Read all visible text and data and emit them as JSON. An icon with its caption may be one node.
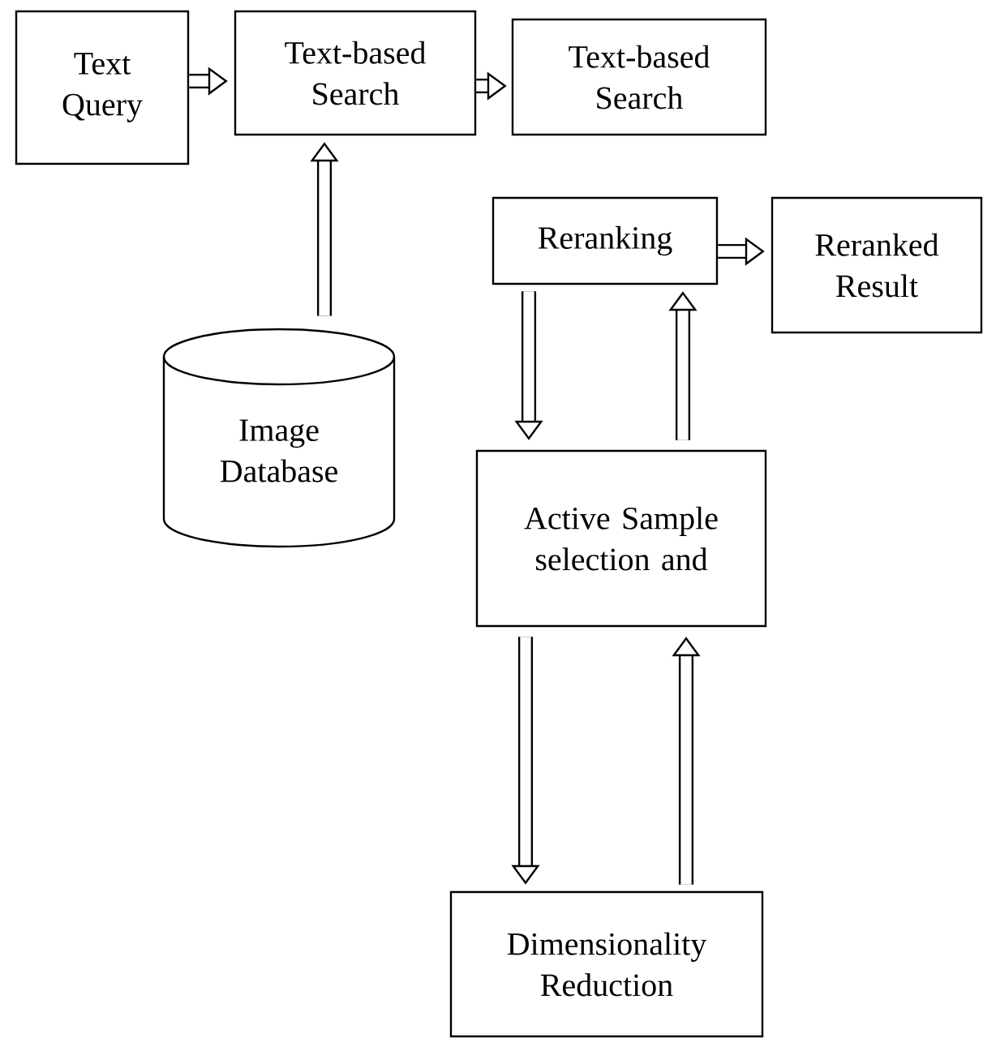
{
  "diagram": {
    "nodes": [
      {
        "text": [
          "Text Query"
        ]
      },
      {
        "text": [
          "Text-based Search"
        ]
      },
      {
        "text": [
          "Text-based Search"
        ]
      },
      {
        "text": [
          "Image Database"
        ]
      },
      {
        "text": [
          "Reranking"
        ]
      },
      {
        "text": [
          "Reranked Result"
        ]
      },
      {
        "text": [
          "Active Sample selection and"
        ]
      },
      {
        "text": [
          "Dimensionality Reduction"
        ]
      }
    ],
    "edges": [
      {
        "from": 0,
        "to": 1,
        "arrow": "to"
      },
      {
        "from": 1,
        "to": 2,
        "arrow": "to"
      },
      {
        "from": 3,
        "to": 1,
        "arrow": "to"
      },
      {
        "from": 4,
        "to": 5,
        "arrow": "to"
      },
      {
        "from": 4,
        "to": 6,
        "arrow": "to"
      },
      {
        "from": 6,
        "to": 4,
        "arrow": "to"
      },
      {
        "from": 6,
        "to": 7,
        "arrow": "to"
      },
      {
        "from": 7,
        "to": 6,
        "arrow": "to"
      }
    ]
  }
}
